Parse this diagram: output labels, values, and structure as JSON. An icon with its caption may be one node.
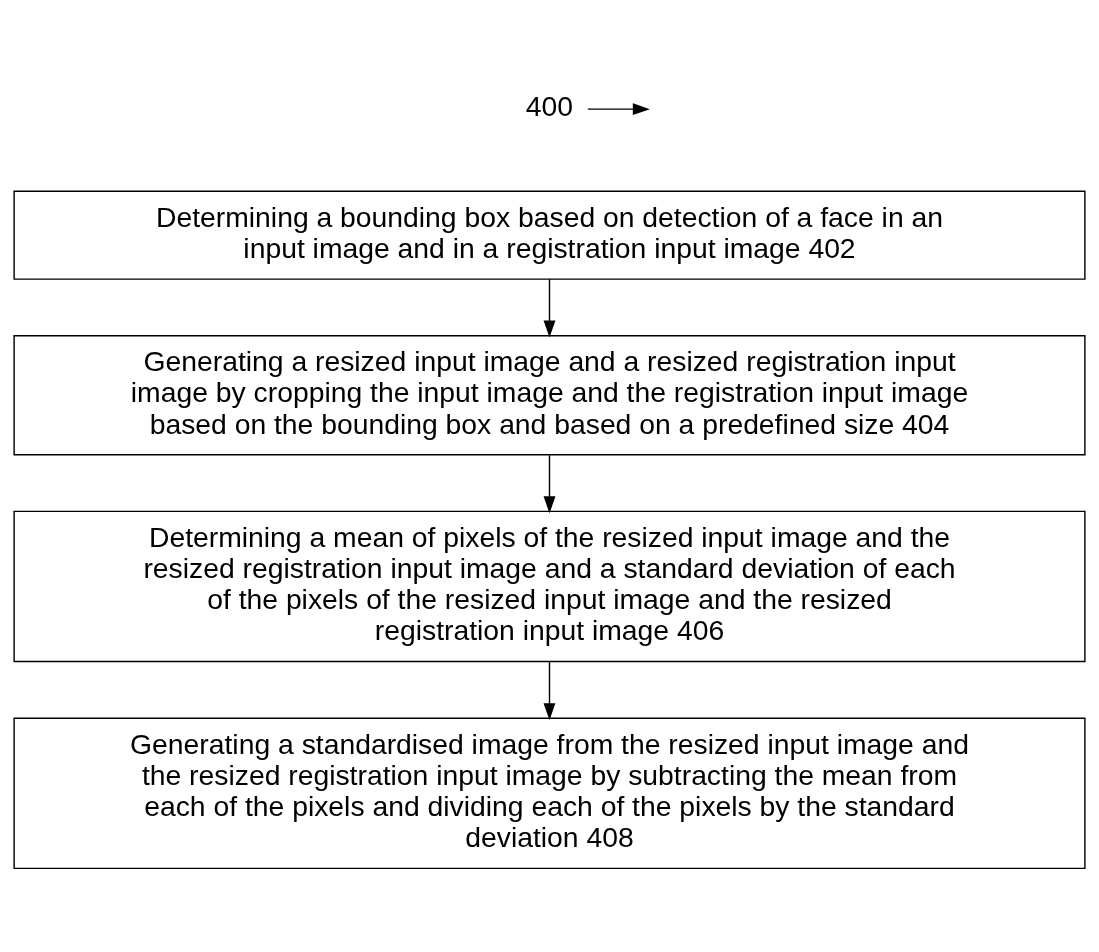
{
  "diagram": {
    "nodes": [
      {
        "text": [
          "400"
        ]
      },
      {
        "text": [
          "Determining a bounding box based on detection of a face in an input image and in a registration input image 402"
        ]
      },
      {
        "text": [
          "Generating a resized input image and a resized registration input image by cropping the input image and the registration input image based on the bounding box and based on a predefined size 404"
        ]
      },
      {
        "text": [
          "Determining a mean of pixels of the resized input image and the resized registration input image and a standard deviation of each of the pixels of the resized input image and the resized registration input image 406"
        ]
      },
      {
        "text": [
          "Generating a standardised image from the resized input image and the resized registration input image by subtracting the mean from each of the pixels and dividing each of the pixels by the standard deviation 408"
        ]
      }
    ],
    "edges": [
      {
        "from": 0,
        "to": null,
        "arrow": "to"
      },
      {
        "from": 1,
        "to": 2,
        "arrow": "to"
      },
      {
        "from": 2,
        "to": 3,
        "arrow": "to"
      },
      {
        "from": 3,
        "to": 4,
        "arrow": "to"
      }
    ]
  }
}
